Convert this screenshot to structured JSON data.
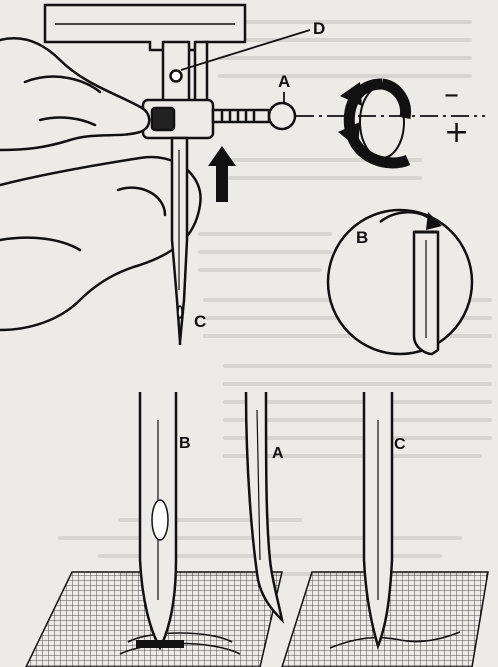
{
  "labels": {
    "part_d": "D",
    "part_a": "A",
    "part_b": "B",
    "part_c": "C",
    "needle_b": "B",
    "needle_a": "A",
    "needle_c": "C",
    "minus": "–",
    "plus": "+"
  },
  "colors": {
    "ink": "#111111",
    "paper": "#ecebe8",
    "ghost_text": "#cfcecb",
    "fabric_grid": "#2a2a2a"
  },
  "icons": {
    "rotation": "rotate-arrows-icon",
    "push_up": "up-arrow-icon",
    "turn_detail": "curved-arrow-icon"
  }
}
